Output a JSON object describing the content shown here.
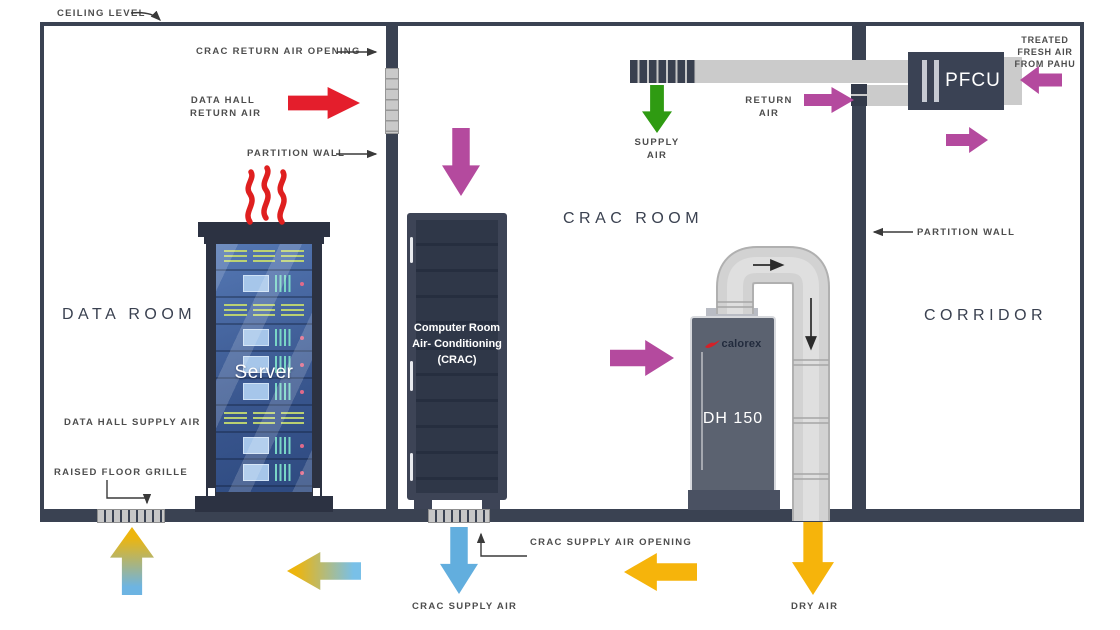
{
  "colors": {
    "wall": "#3a4252",
    "duct_gray": "#cbcbcb",
    "magenta_arrow": "#b44a9e",
    "red_arrow": "#e41e2c",
    "green_arrow": "#2f9b12",
    "yellow_arrow": "#f6b40b",
    "blue_arrow": "#62aede",
    "label_text": "#4d4d4d"
  },
  "rooms": {
    "data_room": "DATA ROOM",
    "crac_room": "CRAC ROOM",
    "corridor": "CORRIDOR"
  },
  "labels": {
    "ceiling_level": "CEILING LEVEL",
    "crac_return_air_opening": "CRAC RETURN AIR OPENING",
    "data_hall_return_air": [
      "DATA HALL",
      "RETURN AIR"
    ],
    "partition_wall_left": "PARTITION WALL",
    "partition_wall_right": "PARTITION WALL",
    "data_hall_supply_air": "DATA HALL SUPPLY AIR",
    "raised_floor_grille": "RAISED FLOOR GRILLE",
    "supply_air": [
      "SUPPLY",
      "AIR"
    ],
    "return_air": [
      "RETURN",
      "AIR"
    ],
    "treated_fresh_air": [
      "TREATED",
      "FRESH AIR",
      "FROM PAHU"
    ],
    "crac_supply_air_opening": "CRAC SUPPLY AIR OPENING",
    "crac_supply_air": "CRAC SUPPLY AIR",
    "dry_air": "DRY AIR"
  },
  "equipment": {
    "server_label": "Server",
    "crac_name_lines": [
      "Computer",
      "Room Air-",
      "Conditioning",
      "(CRAC)"
    ],
    "dh_brand": "calorex",
    "dh_model": "DH 150",
    "pfcu_label": "PFCU"
  }
}
